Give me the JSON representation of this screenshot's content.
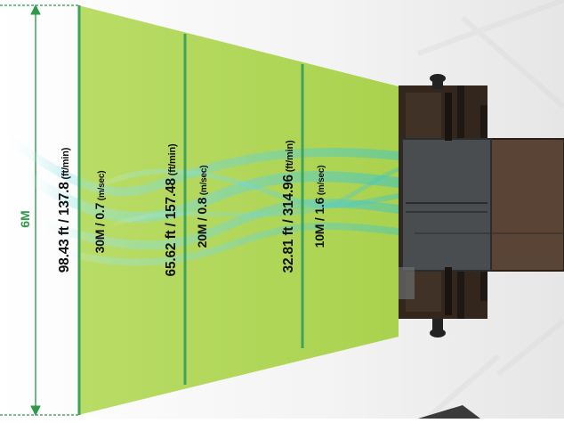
{
  "dimension": {
    "height_label": "6M",
    "color": "#2e9a4a"
  },
  "zones": [
    {
      "distance_label": "98.43 ft / 137.8",
      "distance_unit": " (ft/min)",
      "speed_label": "30M / 0.7",
      "speed_unit": " (m/sec)"
    },
    {
      "distance_label": "65.62 ft / 157.48",
      "distance_unit": " (ft/min)",
      "speed_label": "20M / 0.8",
      "speed_unit": " (m/sec)"
    },
    {
      "distance_label": "32.81 ft / 314.96",
      "distance_unit": " (ft/min)",
      "speed_label": "10M / 1.6",
      "speed_unit": " (m/sec)"
    }
  ],
  "colors": {
    "beam": "#b7dc62",
    "divider": "#3fa35a",
    "airflow": "#3cc8c8",
    "fan_body": "#3a2c22",
    "fan_front": "#4a4d50"
  },
  "device": {
    "icon": "air-curtain-fan-icon"
  }
}
